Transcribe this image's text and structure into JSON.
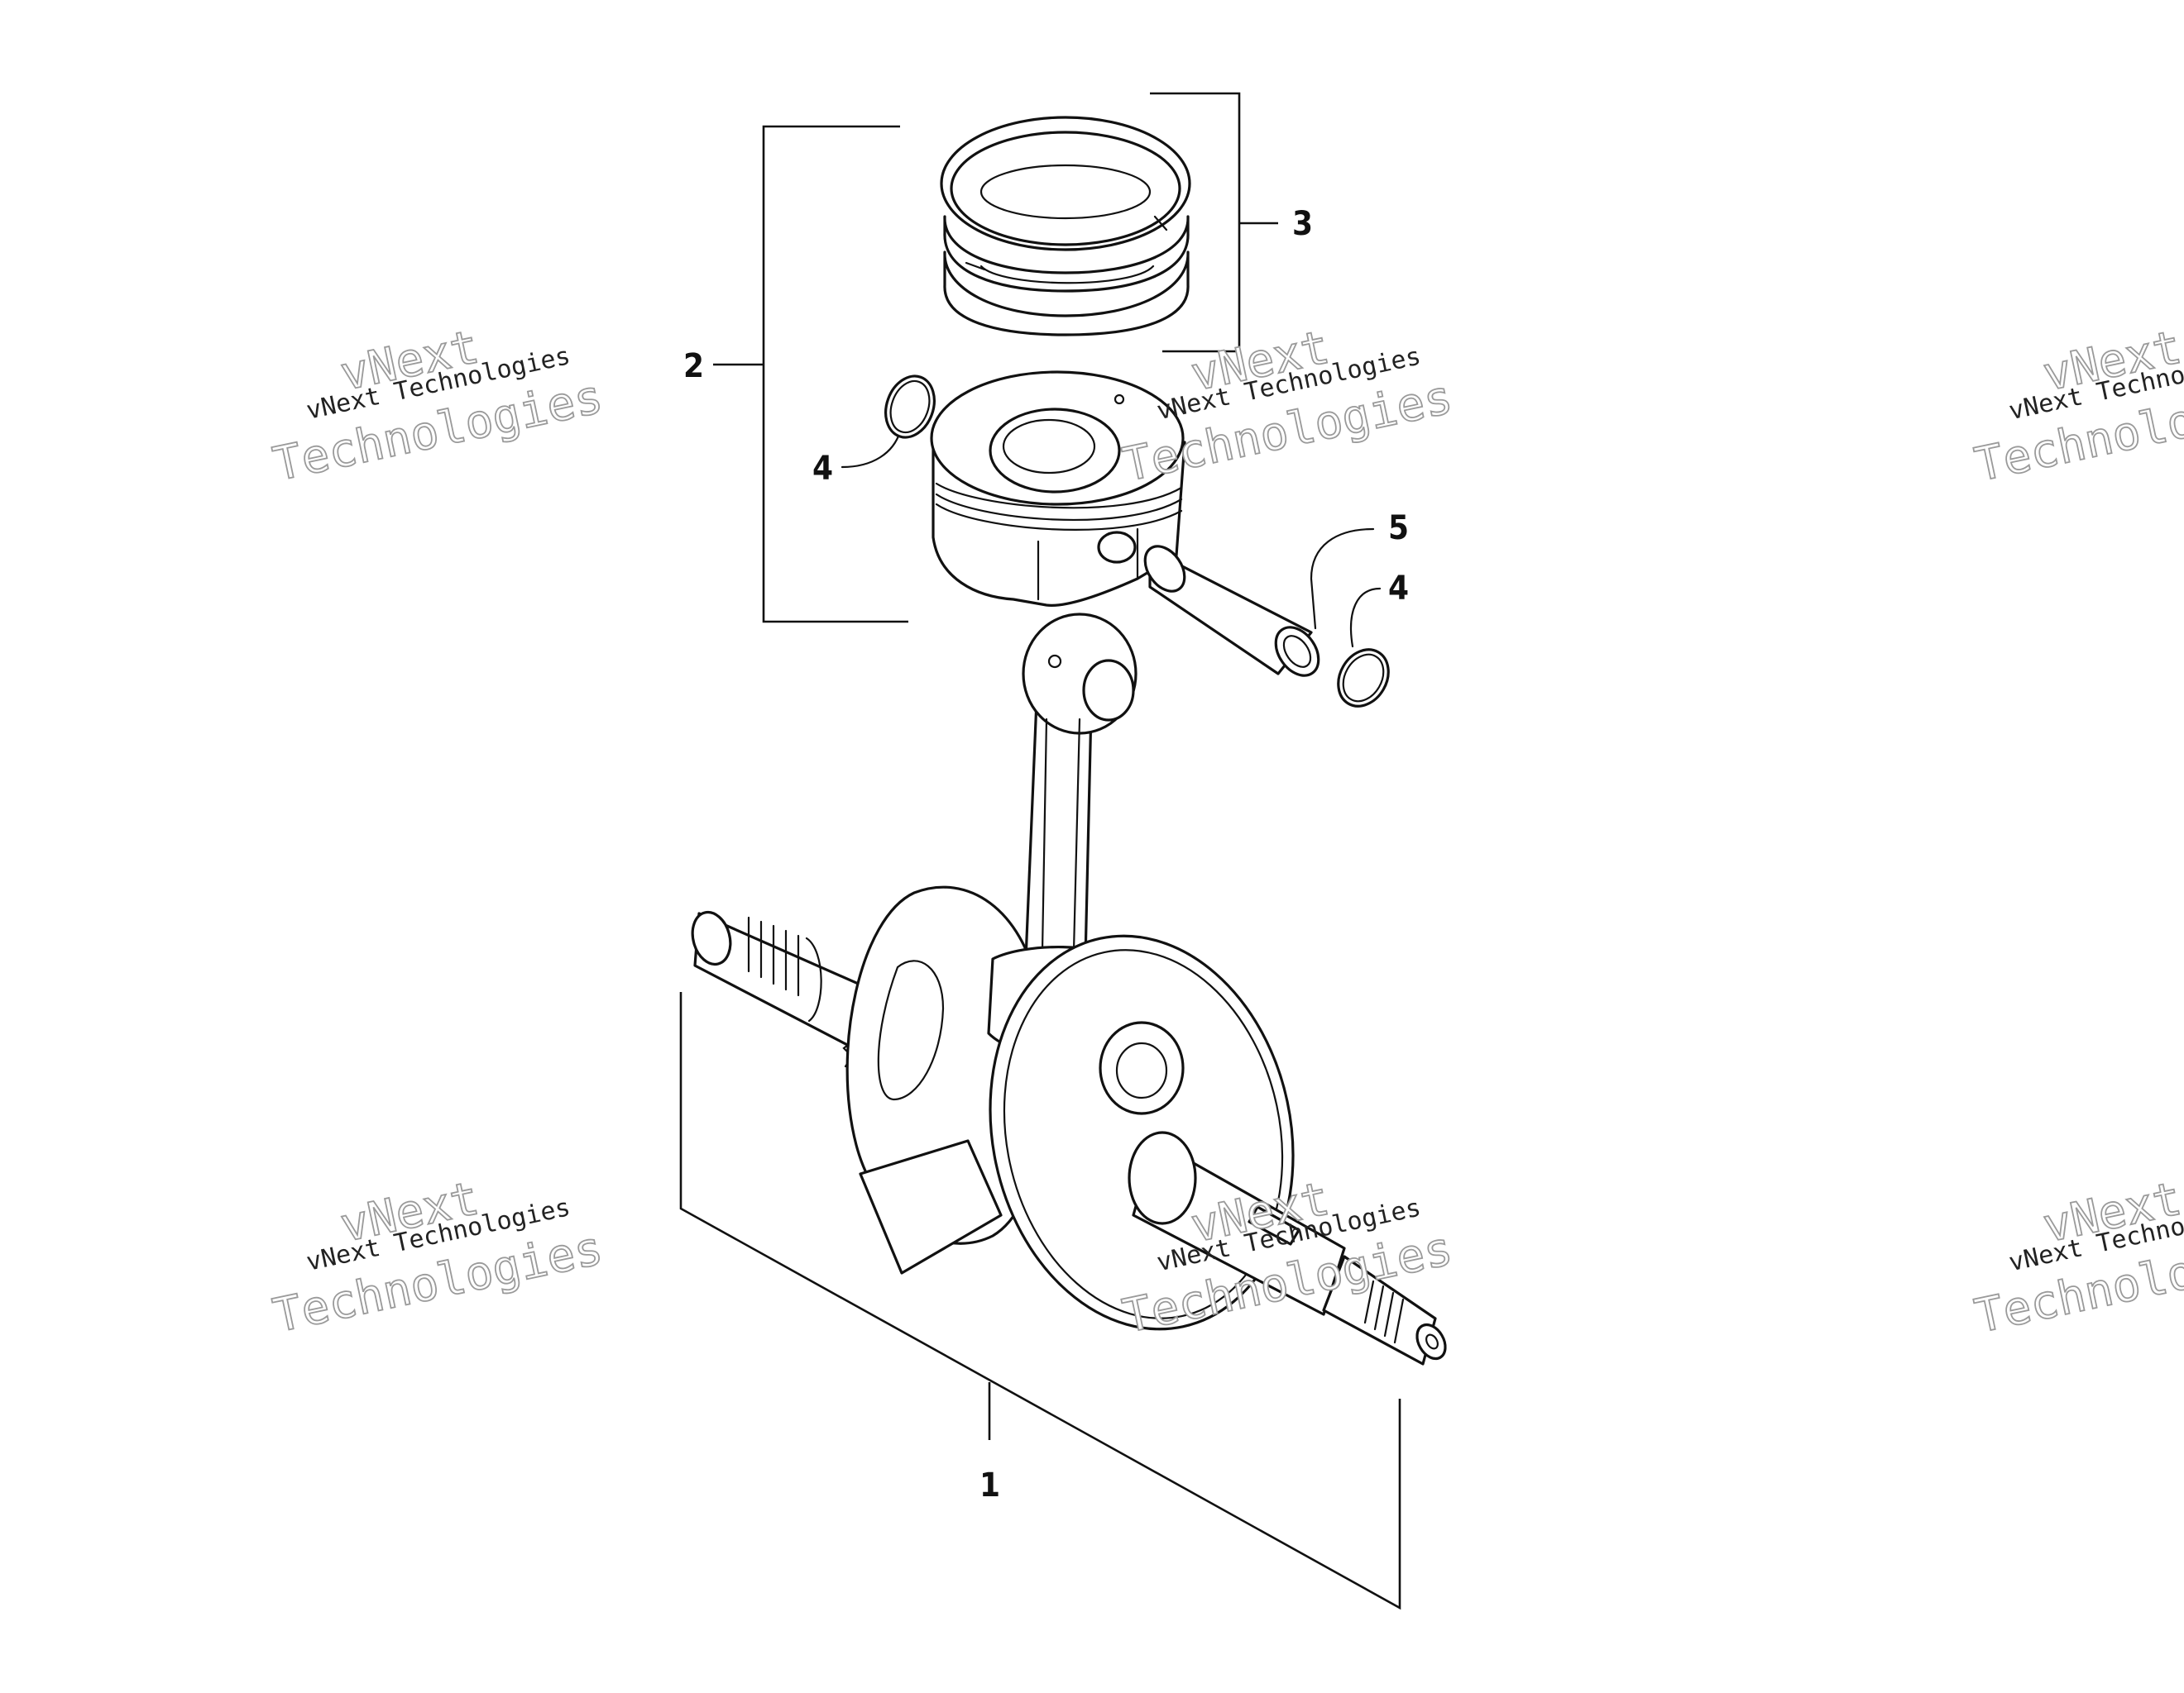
{
  "callouts": [
    {
      "id": "1",
      "label": "1"
    },
    {
      "id": "2",
      "label": "2"
    },
    {
      "id": "3",
      "label": "3"
    },
    {
      "id": "4a",
      "label": "4"
    },
    {
      "id": "4b",
      "label": "4"
    },
    {
      "id": "5",
      "label": "5"
    }
  ],
  "watermark": {
    "line1": "vNext Technologies",
    "line2a": "vNext",
    "line2b": "Technologies",
    "clipped_line1": "vNext Technol",
    "clipped_line2a": "vNext",
    "clipped_line2b": "Technolo"
  }
}
